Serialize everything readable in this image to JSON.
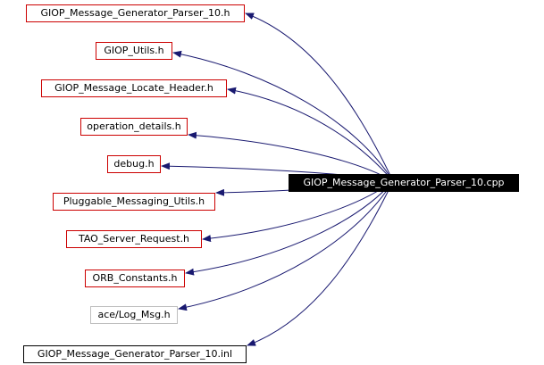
{
  "diagram": {
    "root": {
      "label": "GIOP_Message_Generator_Parser_10.cpp"
    },
    "includes": [
      {
        "label": "GIOP_Message_Generator_Parser_10.h",
        "style": "red"
      },
      {
        "label": "GIOP_Utils.h",
        "style": "red"
      },
      {
        "label": "GIOP_Message_Locate_Header.h",
        "style": "red"
      },
      {
        "label": "operation_details.h",
        "style": "red"
      },
      {
        "label": "debug.h",
        "style": "red"
      },
      {
        "label": "Pluggable_Messaging_Utils.h",
        "style": "red"
      },
      {
        "label": "TAO_Server_Request.h",
        "style": "red"
      },
      {
        "label": "ORB_Constants.h",
        "style": "red"
      },
      {
        "label": "ace/Log_Msg.h",
        "style": "grey"
      },
      {
        "label": "GIOP_Message_Generator_Parser_10.inl",
        "style": "black"
      }
    ],
    "colors": {
      "edge": "#191970",
      "link_border": "#cc0000",
      "external_border": "#bfbfbf",
      "plain_border": "#000000",
      "root_fill": "#000000",
      "root_text": "#ffffff"
    }
  }
}
